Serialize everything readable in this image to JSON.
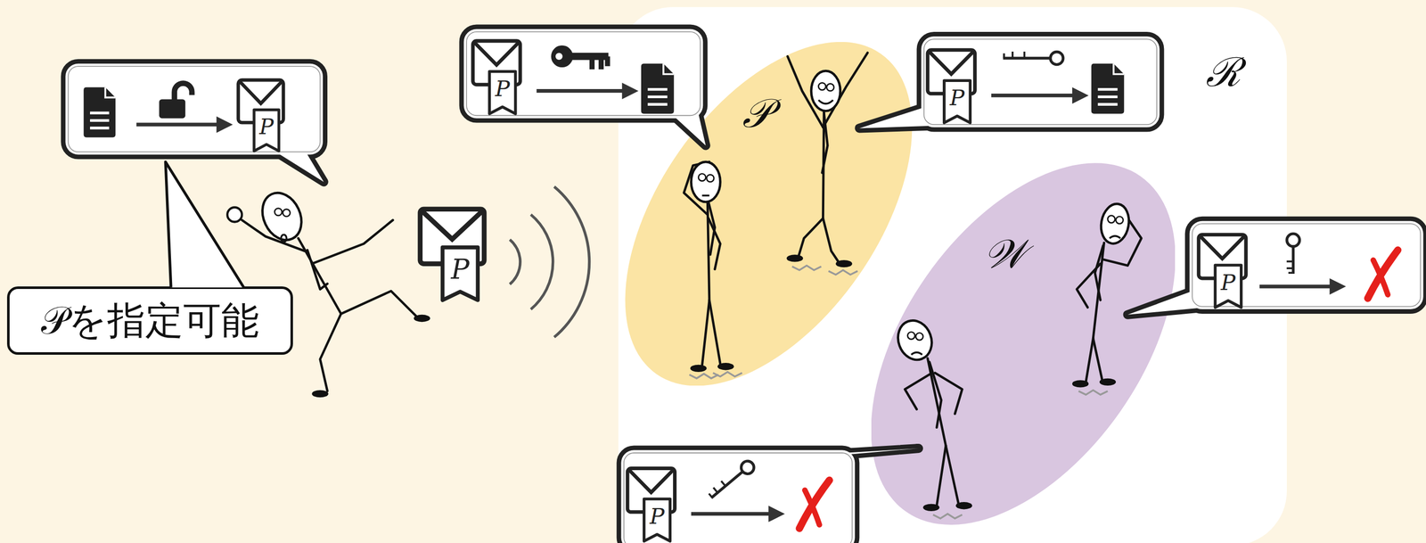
{
  "diagram": {
    "nodes": [
      {
        "text": [
          "ℛ"
        ]
      },
      {
        "text": [
          "𝒫"
        ],
        "in": 0
      },
      {
        "text": [
          "𝒲"
        ],
        "in": 0
      },
      {
        "text": [
          "𝒫を指定可能"
        ]
      }
    ],
    "labels": [
      "P",
      "P",
      "P",
      "P",
      "P",
      "P"
    ]
  }
}
